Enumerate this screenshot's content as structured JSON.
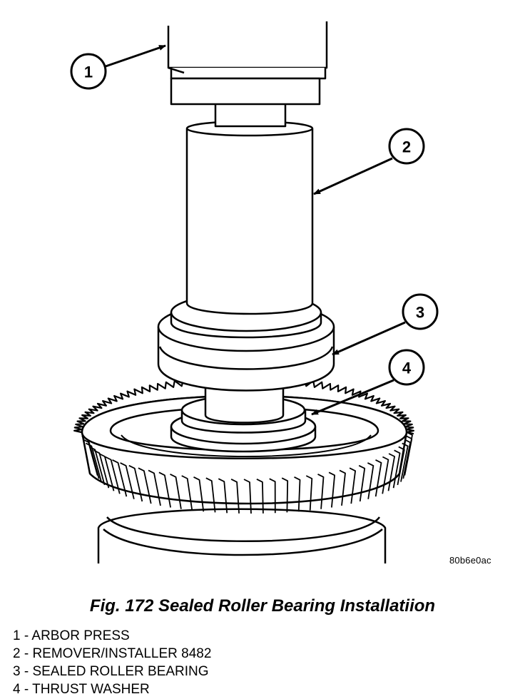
{
  "figure": {
    "code": "80b6e0ac",
    "caption": "Fig. 172 Sealed Roller Bearing Installatiion",
    "callouts": [
      {
        "number": "1",
        "label": "ARBOR PRESS"
      },
      {
        "number": "2",
        "label": "REMOVER/INSTALLER 8482"
      },
      {
        "number": "3",
        "label": "SEALED ROLLER BEARING"
      },
      {
        "number": "4",
        "label": "THRUST WASHER"
      }
    ]
  },
  "legend": [
    "1 - ARBOR PRESS",
    "2 - REMOVER/INSTALLER 8482",
    "3 - SEALED ROLLER BEARING",
    "4 - THRUST WASHER"
  ]
}
